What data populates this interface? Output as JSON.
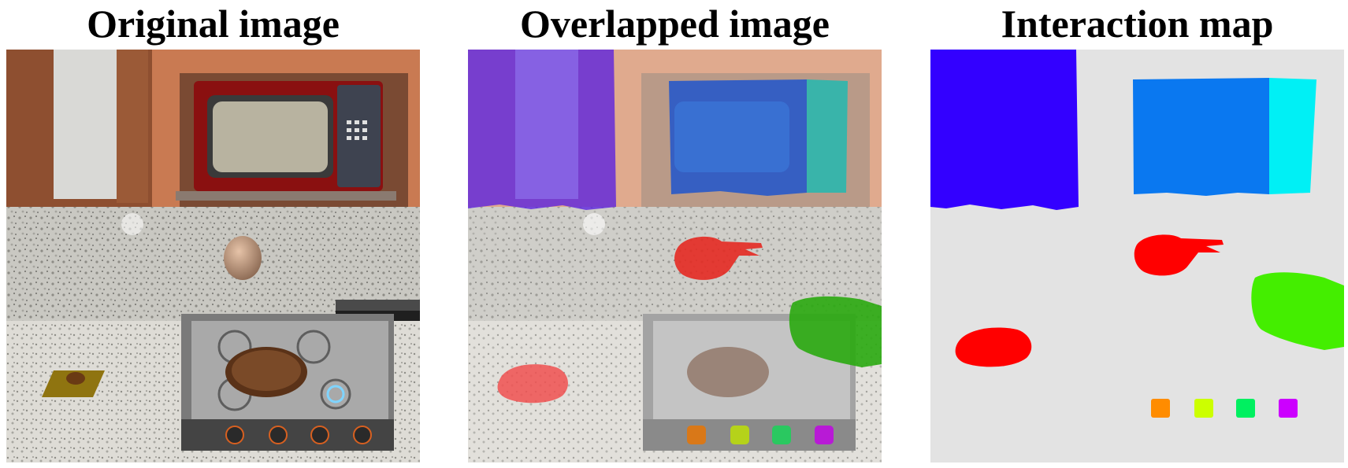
{
  "panels": [
    {
      "title": "Original image"
    },
    {
      "title": "Overlapped image"
    },
    {
      "title": "Interaction map"
    }
  ],
  "colors": {
    "cabinet_wood": "#c97a52",
    "microwave_body": "#8a1010",
    "backsplash": "#b9b8b2",
    "counter": "#d8d6d0",
    "stove": "#5a5a5a",
    "map_background": "#e3e3e3",
    "cabinet_door_mask": "#3300ff",
    "microwave_mask": "#0a78f0",
    "microwave_panel_mask": "#00f0f5",
    "egg_mask": "#ff0000",
    "toaster_mask": "#44ee00",
    "knob_1_mask": "#ff8c00",
    "knob_2_mask": "#ccff00",
    "knob_3_mask": "#00f060",
    "knob_4_mask": "#cc00ff"
  }
}
